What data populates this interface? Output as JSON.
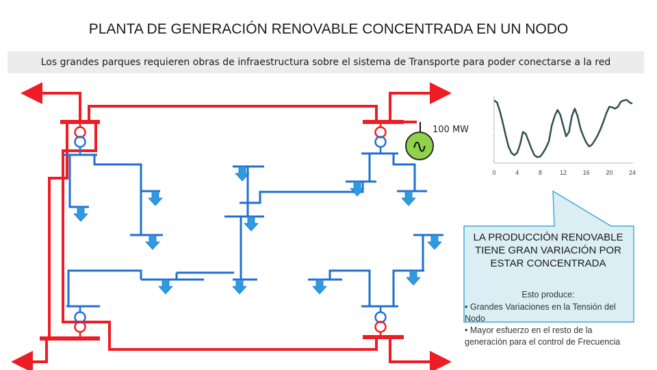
{
  "title": "PLANTA DE GENERACIÓN RENOVABLE CONCENTRADA EN UN NODO",
  "banner": "Los grandes parques requieren obras de infraestructura sobre el sistema de Transporte para poder conectarse a la red",
  "generator": {
    "label": "100 MW",
    "symbol": "∿"
  },
  "chart_data": {
    "type": "line",
    "title": "",
    "xlabel": "",
    "ylabel": "",
    "x_ticks": [
      "0",
      "4",
      "8",
      "12",
      "16",
      "20",
      "24"
    ],
    "xlim": [
      0,
      24
    ],
    "ylim": [
      0,
      100
    ],
    "grid": false,
    "series": [
      {
        "color": "#2f4f4f",
        "x": [
          0,
          0.5,
          1,
          1.5,
          2,
          2.5,
          3,
          3.5,
          4,
          4.5,
          5,
          5.5,
          6,
          6.5,
          7,
          7.5,
          8,
          8.5,
          9,
          9.5,
          10,
          10.5,
          11,
          11.5,
          12,
          12.5,
          13,
          13.5,
          14,
          14.5,
          15,
          15.5,
          16,
          16.5,
          17,
          17.5,
          18,
          18.5,
          19,
          19.5,
          20,
          20.5,
          21,
          21.5,
          22,
          22.5,
          23,
          23.5,
          24
        ],
        "values": [
          95,
          92,
          78,
          60,
          40,
          22,
          12,
          8,
          12,
          25,
          45,
          42,
          30,
          18,
          8,
          5,
          6,
          12,
          20,
          30,
          55,
          70,
          80,
          72,
          55,
          38,
          45,
          70,
          82,
          70,
          50,
          38,
          28,
          22,
          25,
          32,
          40,
          50,
          62,
          75,
          85,
          84,
          82,
          85,
          93,
          95,
          96,
          92,
          90
        ]
      }
    ]
  },
  "callout": {
    "title": "LA PRODUCCIÓN RENOVABLE TIENE GRAN VARIACIÓN POR ESTAR CONCENTRADA",
    "subtitle": "Esto produce:",
    "bullets": [
      "• Grandes Variaciones en la Tensión del Nodo",
      "• Mayor esfuerzo en el resto de la generación para el control de Frecuencia"
    ]
  },
  "colors": {
    "transmission": "#ee1c24",
    "distribution": "#1f6fd1",
    "load_arrow": "#2e9be0",
    "generator_fill": "#8ed34a",
    "callout_fill": "#dbeef4",
    "callout_border": "#3fa9d8"
  }
}
